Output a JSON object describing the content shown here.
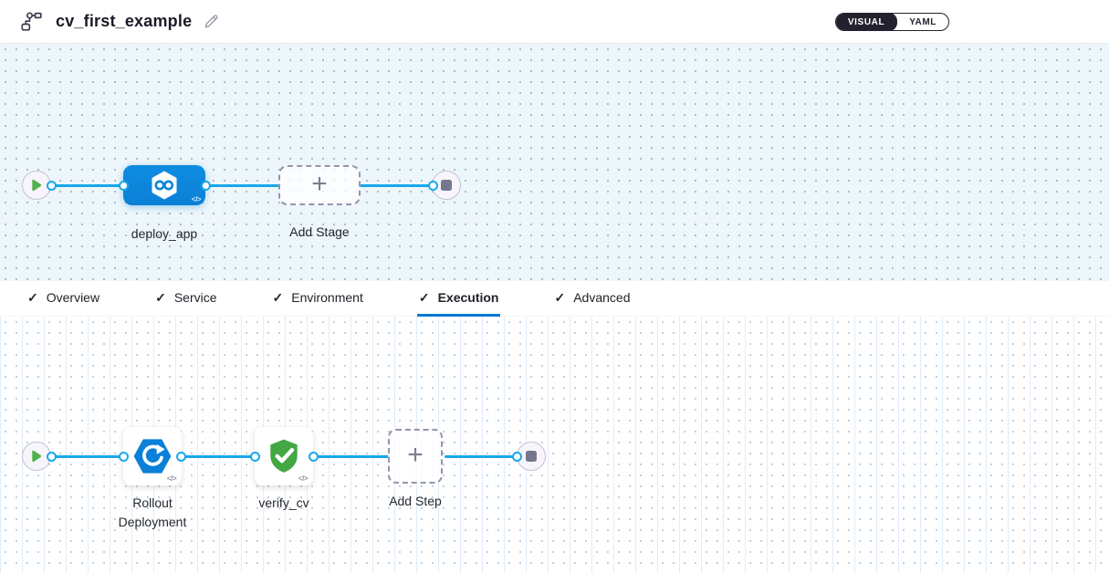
{
  "header": {
    "title": "cv_first_example",
    "view_toggle": {
      "options": [
        {
          "label": "VISUAL",
          "selected": true
        },
        {
          "label": "YAML",
          "selected": false
        }
      ]
    }
  },
  "icons": {
    "check": "✓",
    "plus": "+",
    "code": "</>"
  },
  "colors": {
    "accent_blue": "#0278d5",
    "edge_blue": "#18a8ec",
    "stage_blue": "#0b86dc",
    "success_green": "#43a843",
    "play_green": "#52b14e",
    "canvas_stage_bg": "#edf6fa",
    "canvas_step_bg": "#ffffff"
  },
  "stage_pipeline": {
    "stages": [
      {
        "label": "deploy_app",
        "type": "cd-deployment-stage"
      }
    ],
    "add_stage_label": "Add Stage"
  },
  "tabs": {
    "items": [
      {
        "label": "Overview",
        "checked": true,
        "active": false
      },
      {
        "label": "Service",
        "checked": true,
        "active": false
      },
      {
        "label": "Environment",
        "checked": true,
        "active": false
      },
      {
        "label": "Execution",
        "checked": true,
        "active": true
      },
      {
        "label": "Advanced",
        "checked": true,
        "active": false
      }
    ]
  },
  "step_pipeline": {
    "steps": [
      {
        "label": "Rollout Deployment",
        "type": "rollout-deployment"
      },
      {
        "label": "verify_cv",
        "type": "verify"
      }
    ],
    "add_step_label": "Add Step"
  }
}
